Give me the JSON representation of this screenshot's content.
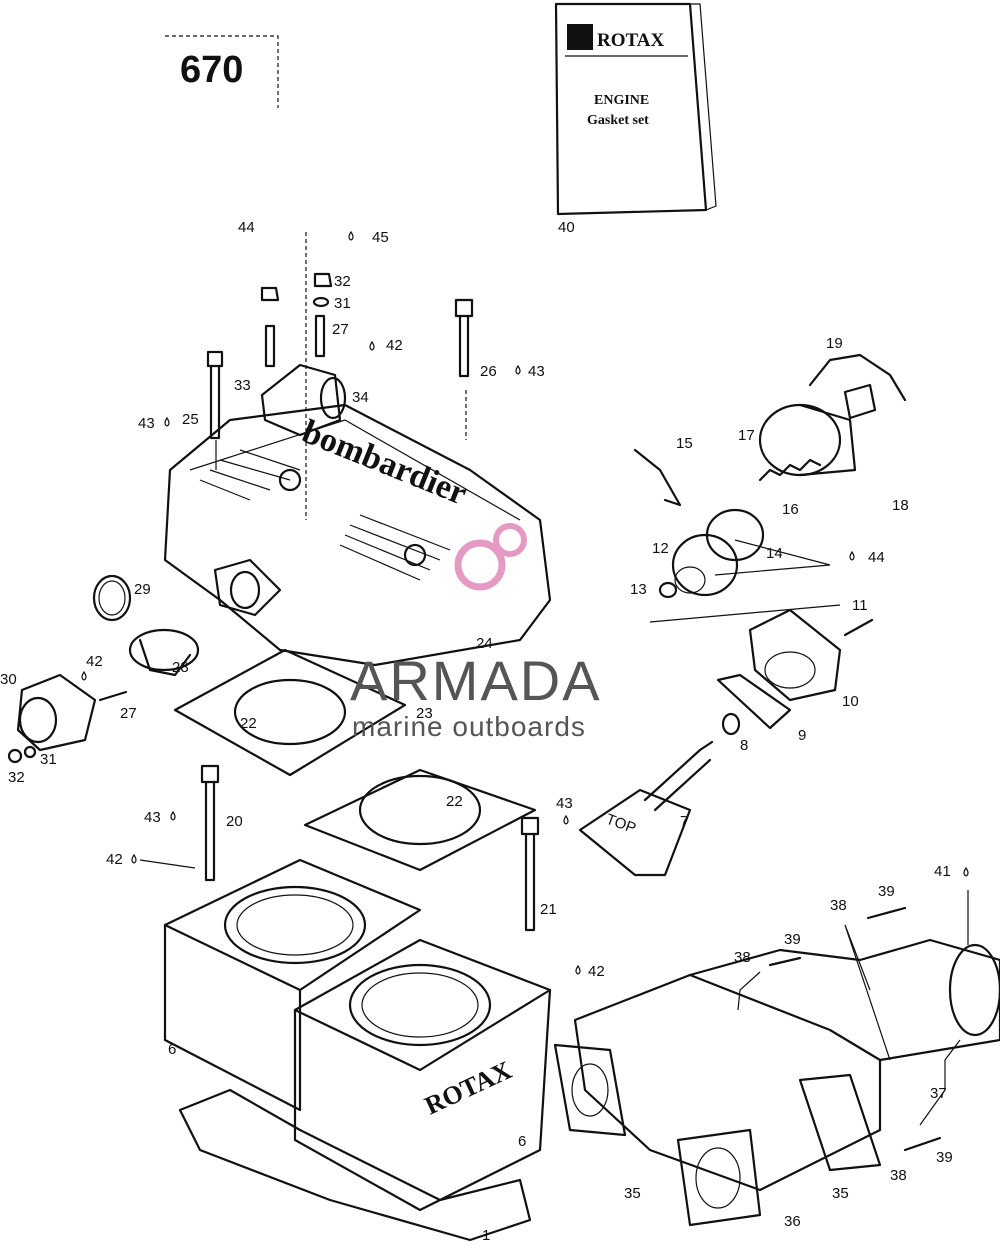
{
  "title": "670",
  "booklet": {
    "brand": "ROTAX",
    "line1": "ENGINE",
    "line2": "Gasket set"
  },
  "watermark": {
    "name": "ARMADA",
    "tagline": "marine outboards"
  },
  "labels": {
    "n1": "1",
    "n6a": "6",
    "n6b": "6",
    "n7": "7",
    "n8": "8",
    "n9": "9",
    "n10": "10",
    "n11": "11",
    "n12": "12",
    "n13": "13",
    "n14": "14",
    "n15": "15",
    "n16": "16",
    "n17": "17",
    "n18": "18",
    "n19": "19",
    "n20": "20",
    "n21": "21",
    "n22a": "22",
    "n22b": "22",
    "n23": "23",
    "n24": "24",
    "n25": "25",
    "n26": "26",
    "n27a": "27",
    "n27b": "27",
    "n28": "28",
    "n29": "29",
    "n30": "30",
    "n31a": "31",
    "n31b": "31",
    "n32a": "32",
    "n32b": "32",
    "n33": "33",
    "n34": "34",
    "n35a": "35",
    "n35b": "35",
    "n36": "36",
    "n37": "37",
    "n38a": "38",
    "n38b": "38",
    "n38c": "38",
    "n39a": "39",
    "n39b": "39",
    "n39c": "39",
    "n40": "40",
    "n41": "41",
    "n42a": "42",
    "n42b": "42",
    "n42c": "42",
    "n42d": "42",
    "n43a": "43",
    "n43b": "43",
    "n43c": "43",
    "n43d": "43",
    "n44a": "44",
    "n44b": "44",
    "n45": "45",
    "top_mark": "TOP",
    "cyl_brand": "ROTAX",
    "head_brand": "bombardier"
  },
  "colors": {
    "ink": "#111111",
    "watermark": "#555555",
    "watermark_logo": "#e59ac3"
  }
}
